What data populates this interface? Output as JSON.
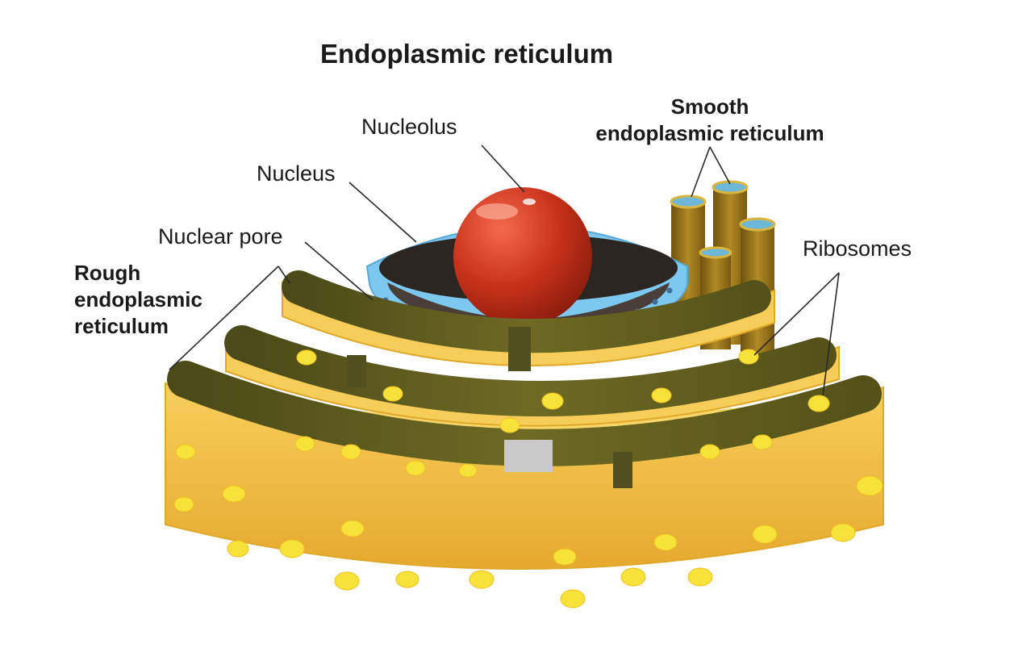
{
  "title": "Endoplasmic reticulum",
  "labels": {
    "nucleolus": "Nucleolus",
    "nucleus": "Nucleus",
    "nuclear_pore": "Nuclear pore",
    "ribosomes": "Ribosomes",
    "smooth_er": [
      "Smooth",
      "endoplasmic reticulum"
    ],
    "rough_er": [
      "Rough",
      "endoplasmic",
      "reticulum"
    ]
  },
  "colors": {
    "er_membrane": "#f2c14a",
    "er_lumen": "#5a5a1e",
    "ribosome": "#f7e23c",
    "nucleolus": "#d23a1e",
    "nuclear_envelope": "#7cc8ee",
    "smooth_er_tube": "#a07a1a"
  }
}
